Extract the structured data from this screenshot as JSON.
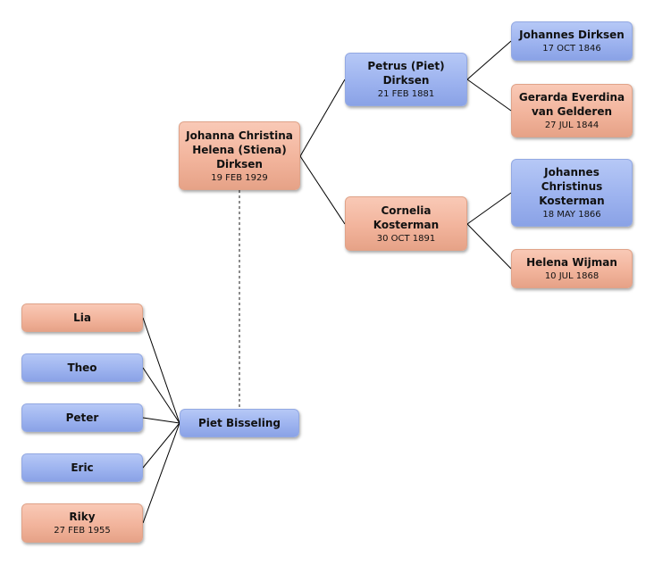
{
  "people": {
    "stiena": {
      "name": "Johanna Christina\nHelena (Stiena)\nDirksen",
      "date": "19 FEB 1929"
    },
    "petrus": {
      "name": "Petrus (Piet)\nDirksen",
      "date": "21 FEB 1881"
    },
    "cornelia": {
      "name": "Cornelia\nKosterman",
      "date": "30 OCT 1891"
    },
    "johannes_d": {
      "name": "Johannes Dirksen",
      "date": "17 OCT 1846"
    },
    "gerarda": {
      "name": "Gerarda Everdina\nvan Gelderen",
      "date": "27 JUL 1844"
    },
    "johannes_k": {
      "name": "Johannes\nChristinus\nKosterman",
      "date": "18 MAY 1866"
    },
    "helena": {
      "name": "Helena Wijman",
      "date": "10 JUL 1868"
    },
    "piet_b": {
      "name": "Piet Bisseling",
      "date": ""
    },
    "lia": {
      "name": "Lia",
      "date": ""
    },
    "theo": {
      "name": "Theo",
      "date": ""
    },
    "peter": {
      "name": "Peter",
      "date": ""
    },
    "eric": {
      "name": "Eric",
      "date": ""
    },
    "riky": {
      "name": "Riky",
      "date": "27 FEB 1955"
    }
  },
  "colors": {
    "female": "#f2b49c",
    "male": "#9db3ef",
    "line": "#000000",
    "spouse_line": "#666666"
  }
}
